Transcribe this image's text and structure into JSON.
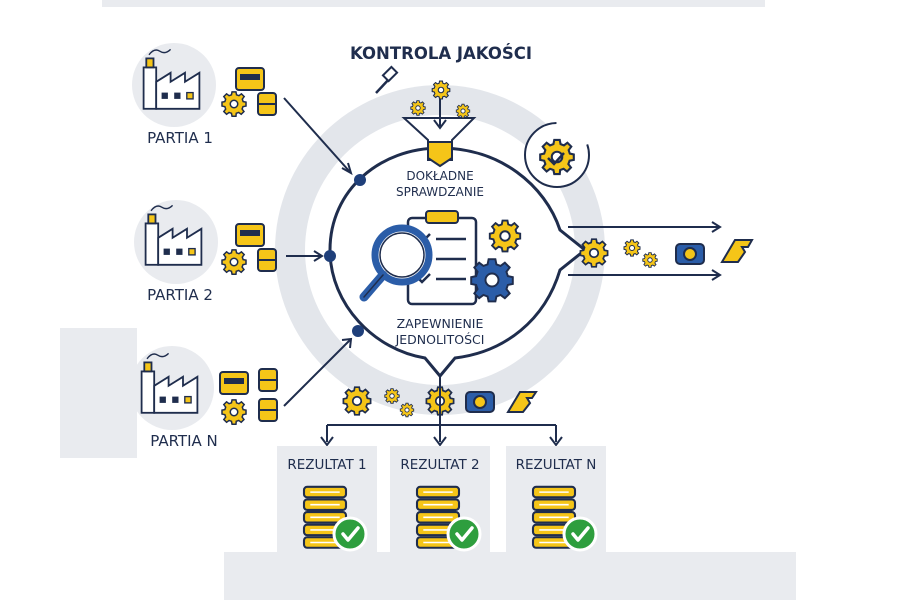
{
  "title": "KONTROLA JAKOŚCI",
  "center": {
    "top_label_line1": "DOKŁADNE",
    "top_label_line2": "SPRAWDZANIE",
    "bottom_label_line1": "ZAPEWNIENIE",
    "bottom_label_line2": "JEDNOLITOŚCI"
  },
  "batches": [
    {
      "label": "PARTIA 1"
    },
    {
      "label": "PARTIA 2"
    },
    {
      "label": "PARTIA N"
    }
  ],
  "results": [
    {
      "label": "REZULTAT 1"
    },
    {
      "label": "REZULTAT 2"
    },
    {
      "label": "REZULTAT N"
    }
  ],
  "colors": {
    "navy": "#1f2d4d",
    "yellow": "#f5c518",
    "blue": "#2b5da8",
    "light_gray": "#e9ebef",
    "check_green": "#2e9e3e"
  },
  "icons": [
    "factory-icon",
    "gear-icon",
    "clipboard-icon",
    "magnifier-icon",
    "check-icon",
    "coin-stack-icon",
    "funnel-icon",
    "hammer-icon"
  ]
}
